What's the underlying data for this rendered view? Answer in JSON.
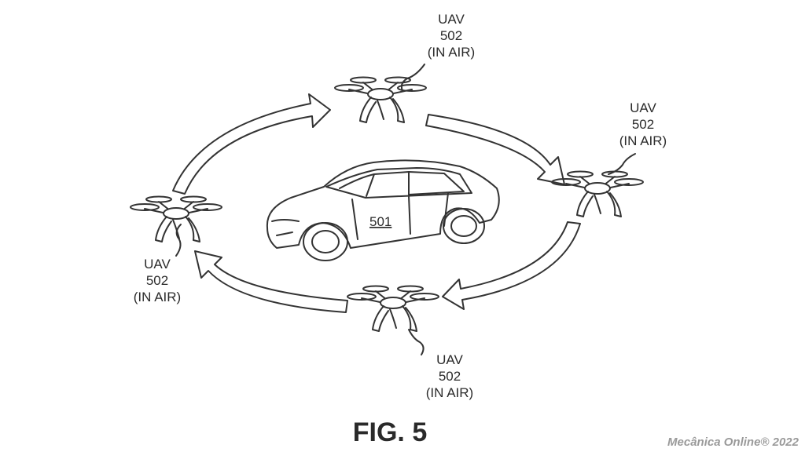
{
  "figure": {
    "caption": "FIG. 5"
  },
  "vehicle": {
    "ref": "501"
  },
  "uavs": [
    {
      "pos": "top",
      "lines": [
        "UAV",
        "502",
        "(IN AIR)"
      ]
    },
    {
      "pos": "right",
      "lines": [
        "UAV",
        "502",
        "(IN AIR)"
      ]
    },
    {
      "pos": "bottom",
      "lines": [
        "UAV",
        "502",
        "(IN AIR)"
      ]
    },
    {
      "pos": "left",
      "lines": [
        "UAV",
        "502",
        "(IN AIR)"
      ]
    }
  ],
  "watermark": "Mecânica Online® 2022"
}
